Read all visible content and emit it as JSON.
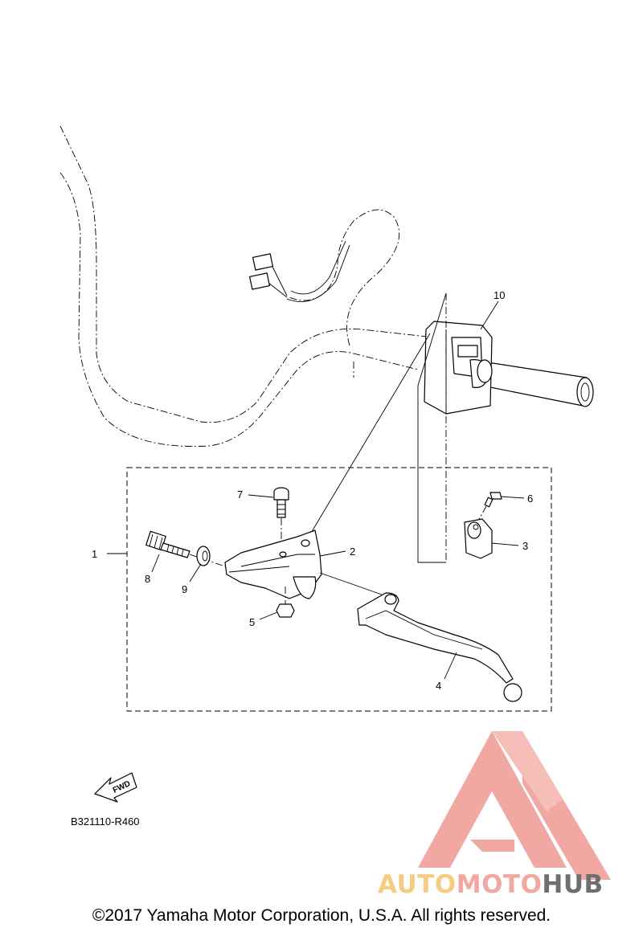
{
  "diagram": {
    "callouts": [
      {
        "id": "1",
        "label": "1"
      },
      {
        "id": "2",
        "label": "2"
      },
      {
        "id": "3",
        "label": "3"
      },
      {
        "id": "4",
        "label": "4"
      },
      {
        "id": "5",
        "label": "5"
      },
      {
        "id": "6",
        "label": "6"
      },
      {
        "id": "7",
        "label": "7"
      },
      {
        "id": "8",
        "label": "8"
      },
      {
        "id": "9",
        "label": "9"
      },
      {
        "id": "10",
        "label": "10"
      }
    ],
    "fwd_label": "FWD",
    "reference_code": "B321110-R460"
  },
  "watermark": {
    "part1": "AUTO",
    "part2": "MOTO",
    "part3": "HUB",
    "colors": {
      "auto": "#f6cc80",
      "moto": "#f2a8a0",
      "hub": "#6f6f6f",
      "triangle": "#ef8a82"
    }
  },
  "copyright": "©2017 Yamaha Motor Corporation, U.S.A. All rights reserved."
}
